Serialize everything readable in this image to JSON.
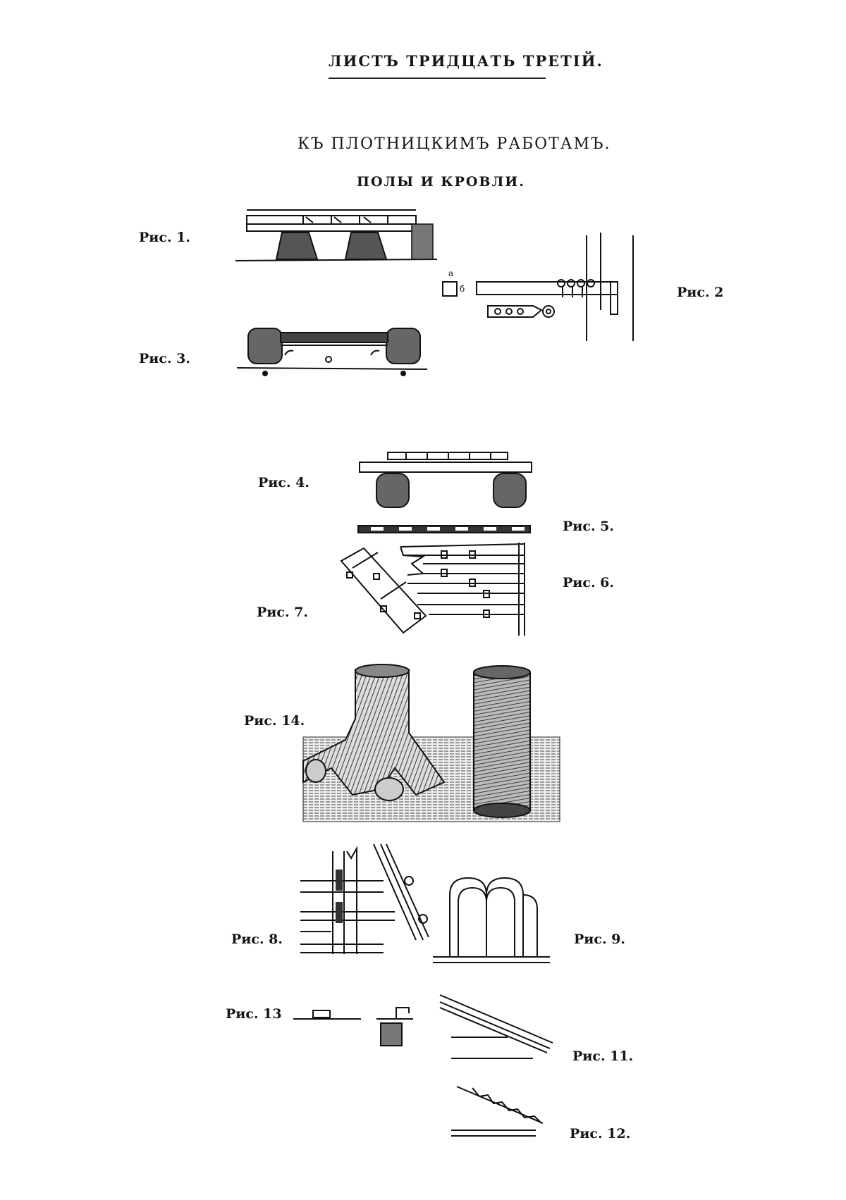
{
  "sheet_title": "ЛИСТЪ ТРИДЦАТЬ ТРЕТІЙ.",
  "heading": "КЪ ПЛОТНИЦКИМЪ РАБОТАМЪ.",
  "subheading": "ПОЛЫ И КРОВЛИ.",
  "figure_labels": {
    "fig1": "Рис. 1.",
    "fig2": "Рис. 2",
    "fig3": "Рис. 3.",
    "fig4": "Рис. 4.",
    "fig5": "Рис. 5.",
    "fig6": "Рис. 6.",
    "fig7": "Рис. 7.",
    "fig14": "Рис. 14.",
    "fig8": "Рис. 8.",
    "fig9": "Рис. 9.",
    "fig13": "Рис. 13",
    "fig11": "Рис. 11.",
    "fig12": "Рис. 12."
  },
  "fig2_marks": {
    "a": "a",
    "b": "б"
  }
}
